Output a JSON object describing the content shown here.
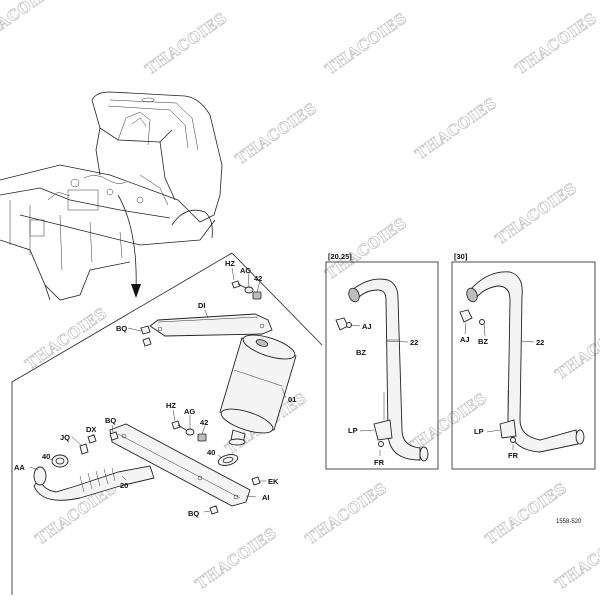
{
  "watermark": "THACOIES",
  "callouts": {
    "hz1": "HZ",
    "ag1": "AG",
    "n42a": "42",
    "di": "DI",
    "bq1": "BQ",
    "n01": "01",
    "hz2": "HZ",
    "ag2": "AG",
    "n42b": "42",
    "bq2": "BQ",
    "dx": "DX",
    "jq": "JQ",
    "aa": "AA",
    "n40a": "40",
    "n20": "20",
    "n40b": "40",
    "ek": "EK",
    "ai": "AI",
    "bq3": "BQ"
  },
  "variant_a": {
    "title": "[20.25]",
    "labels": {
      "aj": "AJ",
      "bz": "BZ",
      "n22": "22",
      "lp": "LP",
      "fr": "FR"
    }
  },
  "variant_b": {
    "title": "[30]",
    "labels": {
      "aj": "AJ",
      "bz": "BZ",
      "n22": "22",
      "lp": "LP",
      "fr": "FR"
    }
  },
  "figure_code": "1558-520"
}
